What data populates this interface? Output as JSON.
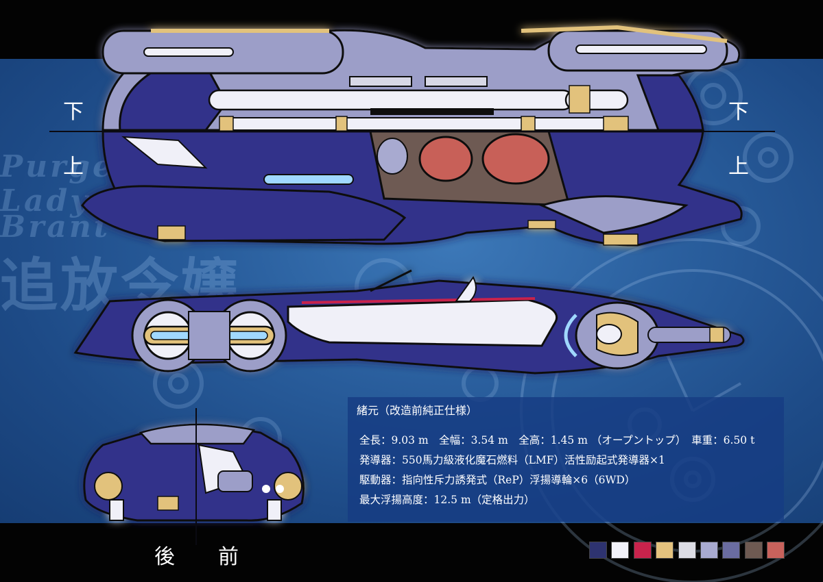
{
  "watermark": {
    "latin_lines": [
      "Purged",
      "Lady of",
      "Brant"
    ],
    "kanji": "追放令嬢"
  },
  "view_labels": {
    "left_top": "下",
    "left_bottom": "上",
    "right_top": "下",
    "right_bottom": "上",
    "rear": "後",
    "front": "前"
  },
  "specs": {
    "title": "緒元（改造前純正仕様）",
    "lines": [
      "全長：9.03 m　全幅：3.54 m　全高：1.45 m （オープントップ）　車重：6.50 t",
      "発導器：550馬力級液化魔石燃料（LMF）活性励起式発導器×1",
      "駆動器：指向性斥力誘発式（ReP）浮揚導輪×6（6WD）",
      "最大浮揚高度：12.5 m（定格出力）"
    ]
  },
  "palette": [
    "#2e3370",
    "#f2f2fa",
    "#c8234c",
    "#e4c27e",
    "#dcdce4",
    "#a8aad0",
    "#6a6ca0",
    "#6e5a52",
    "#c8625c"
  ],
  "colors": {
    "hull": "#33338a",
    "hull_dark": "#1e2060",
    "hull_light": "#9c9ec8",
    "trim": "#e2c27c",
    "white": "#f0f0f8",
    "red": "#c86058",
    "glow": "#a0d8ff"
  }
}
